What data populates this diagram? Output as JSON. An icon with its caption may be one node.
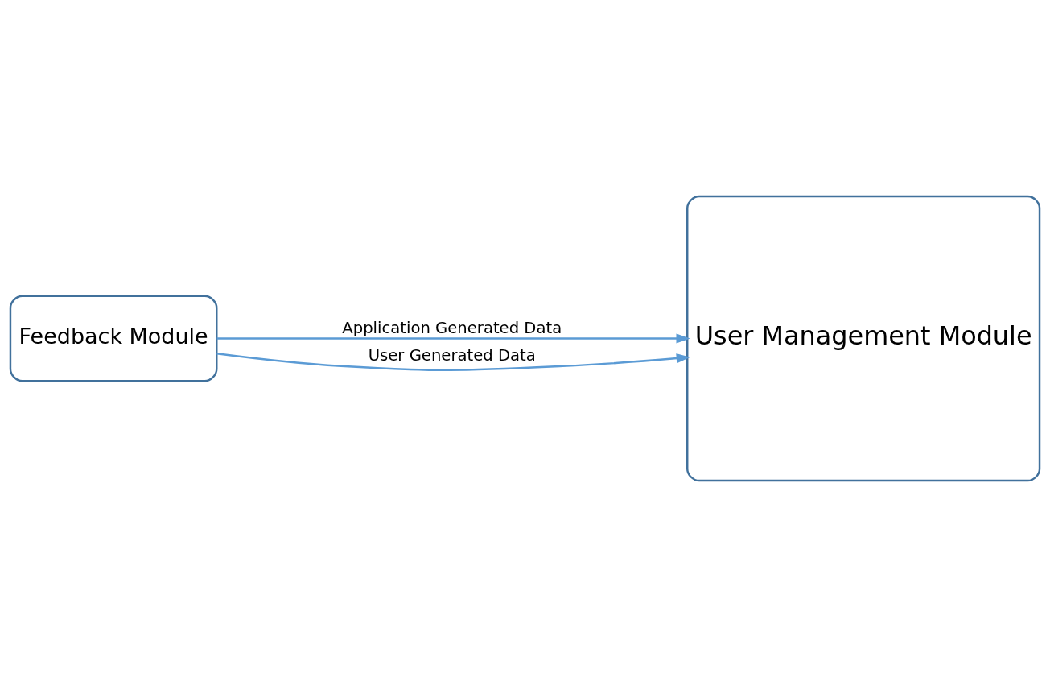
{
  "diagram": {
    "nodes": [
      {
        "text": [
          "Feedback Module"
        ]
      },
      {
        "text": [
          "User Management Module"
        ]
      }
    ],
    "edges": [
      {
        "from": 0,
        "to": 1,
        "arrow": "to",
        "label": "Application Generated Data"
      },
      {
        "from": 0,
        "to": 1,
        "arrow": "to",
        "label": "User Generated Data"
      }
    ]
  }
}
